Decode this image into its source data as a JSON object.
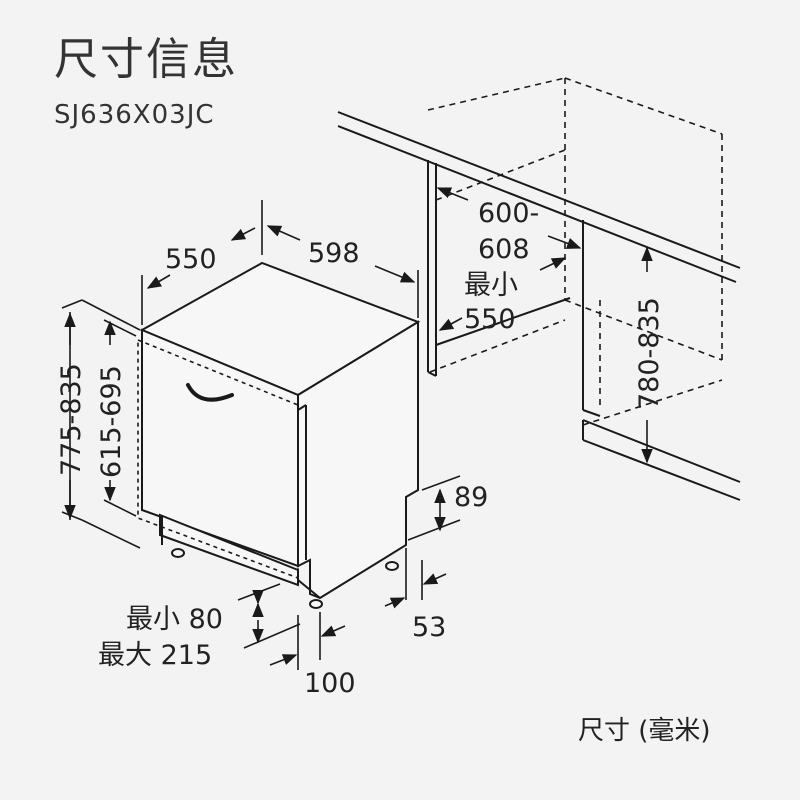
{
  "title": "尺寸信息",
  "model": "SJ636X03JC",
  "unit_note": "尺寸 (毫米)",
  "dimensions": {
    "depth": "550",
    "width": "598",
    "niche_width_top": "600-",
    "niche_width_bottom": "608",
    "niche_depth_label": "最小",
    "niche_depth_value": "550",
    "niche_height": "780-835",
    "total_height": "775-835",
    "door_height": "615-695",
    "plinth_height": "89",
    "plinth_depth": "53",
    "door_gap_min": "最小 80",
    "door_gap_max": "最大 215",
    "front_offset": "100"
  },
  "colors": {
    "line": "#1a1a1a",
    "background": "#f3f3f3",
    "body_fill": "#f7f7f7"
  }
}
